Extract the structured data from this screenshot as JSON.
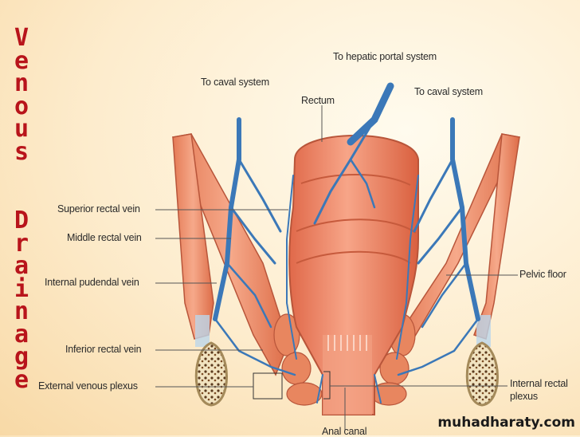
{
  "title": {
    "line1": "Venous",
    "line2": "Drainage"
  },
  "labels": {
    "to_hepatic_portal_system": "To hepatic portal system",
    "to_caval_system_left": "To caval system",
    "to_caval_system_right": "To caval system",
    "rectum": "Rectum",
    "superior_rectal_vein": "Superior rectal vein",
    "middle_rectal_vein": "Middle rectal vein",
    "internal_pudendal_vein": "Internal pudendal vein",
    "inferior_rectal_vein": "Inferior rectal vein",
    "external_venous_plexus": "External venous plexus",
    "pelvic_floor": "Pelvic floor",
    "internal_rectal_plexus_line1": "Internal rectal",
    "internal_rectal_plexus_line2": "plexus",
    "anal_canal": "Anal canal"
  },
  "watermark": "muhadharaty.com",
  "colors": {
    "title": "#b8141b",
    "muscle": "#e98a66",
    "vein": "#3b78b8",
    "bone": "#efe3c4"
  }
}
